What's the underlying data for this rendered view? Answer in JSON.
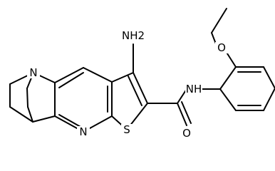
{
  "atoms": {
    "n_bridge": "N",
    "n_pyridine": "N",
    "sulfur": "S",
    "amino": "NH2",
    "amide_n": "NH",
    "carbonyl_o": "O",
    "ether_o": "O"
  },
  "colors": {
    "bond": "#000000",
    "text": "#000000",
    "background": "#ffffff"
  }
}
